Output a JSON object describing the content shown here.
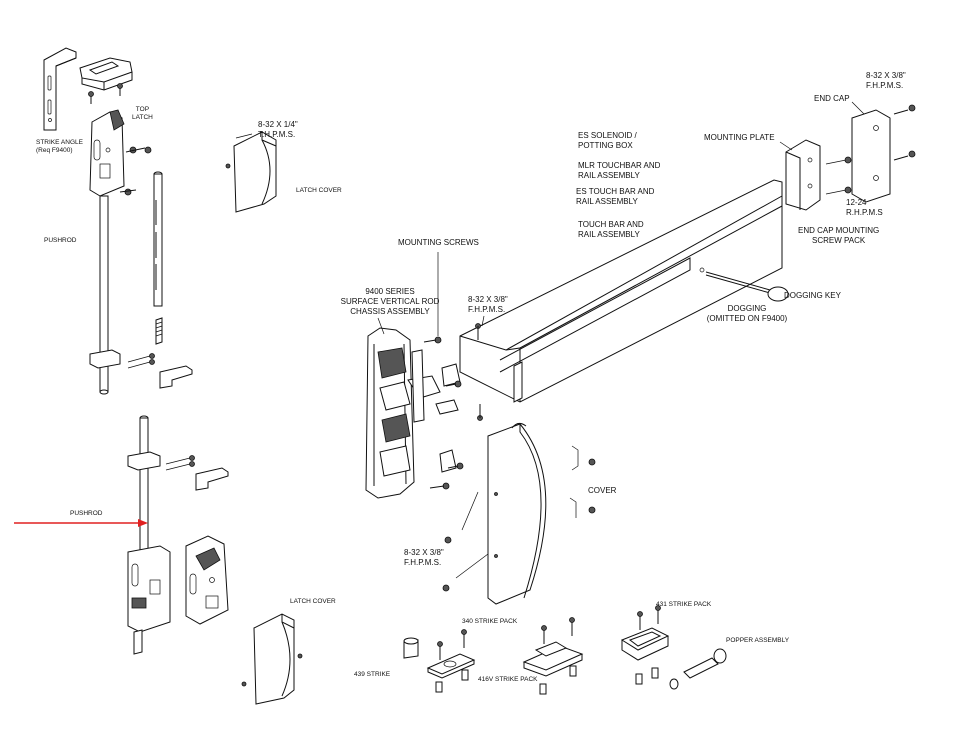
{
  "labels": {
    "top_latch_1": "TOP",
    "top_latch_2": "LATCH",
    "strike_angle_1": "STRIKE ANGLE",
    "strike_angle_2": "(Req F9400)",
    "pushrod_top": "PUSHROD",
    "pushrod_bottom": "PUSHROD",
    "thpms_1": "8-32 X 1/4\"",
    "thpms_2": "T.H.P.M.S.",
    "latch_cover_top": "LATCH COVER",
    "latch_cover_bottom": "LATCH COVER",
    "es_solenoid_1": "ES SOLENOID /",
    "es_solenoid_2": "POTTING BOX",
    "mlr_1": "MLR TOUCHBAR AND",
    "mlr_2": "RAIL ASSEMBLY",
    "es_touch_1": "ES TOUCH BAR AND",
    "es_touch_2": "RAIL ASSEMBLY",
    "touch_bar_1": "TOUCH BAR AND",
    "touch_bar_2": "RAIL ASSEMBLY",
    "mounting_plate": "MOUNTING PLATE",
    "end_cap": "END CAP",
    "fhpms_top_1": "8-32 X 3/8\"",
    "fhpms_top_2": "F.H.P.M.S.",
    "rhpms_1": "12-24",
    "rhpms_2": "R.H.P.M.S",
    "end_cap_screw_1": "END CAP MOUNTING",
    "end_cap_screw_2": "SCREW PACK",
    "mounting_screws": "MOUNTING SCREWS",
    "chassis_1": "9400 SERIES",
    "chassis_2": "SURFACE VERTICAL ROD",
    "chassis_3": "CHASSIS ASSEMBLY",
    "fhpms_mid_1": "8-32 X 3/8\"",
    "fhpms_mid_2": "F.H.P.M.S.",
    "dogging_key": "DOGGING KEY",
    "dogging_1": "DOGGING",
    "dogging_2": "(OMITTED ON F9400)",
    "cover": "COVER",
    "fhpms_low_1": "8-32 X 3/8\"",
    "fhpms_low_2": "F.H.P.M.S.",
    "strike_431": "431 STRIKE PACK",
    "strike_340": "340 STRIKE PACK",
    "popper": "POPPER ASSEMBLY",
    "strike_439": "439 STRIKE",
    "strike_416v": "416V STRIKE PACK"
  },
  "colors": {
    "line": "#111111",
    "callout_arrow": "#e02020",
    "background": "#ffffff"
  }
}
